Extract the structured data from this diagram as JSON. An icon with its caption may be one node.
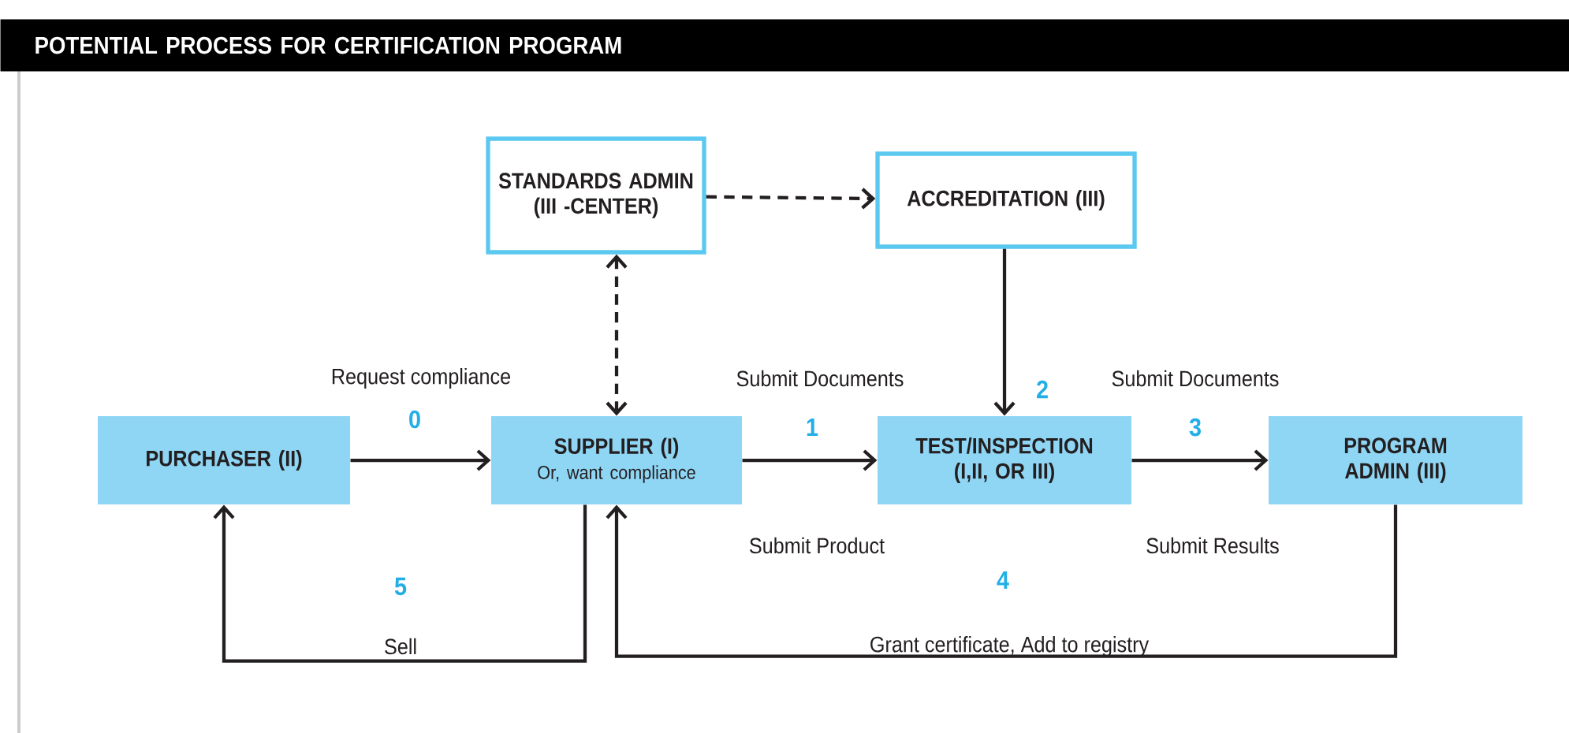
{
  "diagram": {
    "title": "POTENTIAL PROCESS FOR CERTIFICATION PROGRAM",
    "nodes": [
      {
        "text": [
          "STANDARDS ADMIN (III -CENTER)"
        ]
      },
      {
        "text": [
          "ACCREDITATION (III)"
        ]
      },
      {
        "text": [
          "PURCHASER (II)"
        ]
      },
      {
        "text": [
          "SUPPLIER (I)",
          "Or, want compliance"
        ]
      },
      {
        "text": [
          "TEST/INSPECTION (I,II, OR III)"
        ]
      },
      {
        "text": [
          "PROGRAM ADMIN (III)"
        ]
      }
    ],
    "edges": [
      {
        "from": 0,
        "to": 1,
        "arrow": "to",
        "style": "dashed"
      },
      {
        "from": 0,
        "to": 3,
        "arrow": "both",
        "style": "dashed"
      },
      {
        "from": 2,
        "to": 3,
        "arrow": "to",
        "label": "0"
      },
      {
        "from": 3,
        "to": 4,
        "arrow": "to",
        "label": "1"
      },
      {
        "from": 1,
        "to": 4,
        "arrow": "to",
        "label": "2"
      },
      {
        "from": 4,
        "to": 5,
        "arrow": "to",
        "label": "3"
      },
      {
        "from": 5,
        "to": 3,
        "arrow": "to",
        "label": "4"
      },
      {
        "from": 3,
        "to": 2,
        "arrow": "to",
        "label": "5"
      }
    ],
    "labels": [
      "Request compliance",
      "Submit Documents",
      "Submit Documents",
      "Submit Product",
      "Submit Results",
      "Sell",
      "Grant certificate, Add to registry"
    ]
  }
}
